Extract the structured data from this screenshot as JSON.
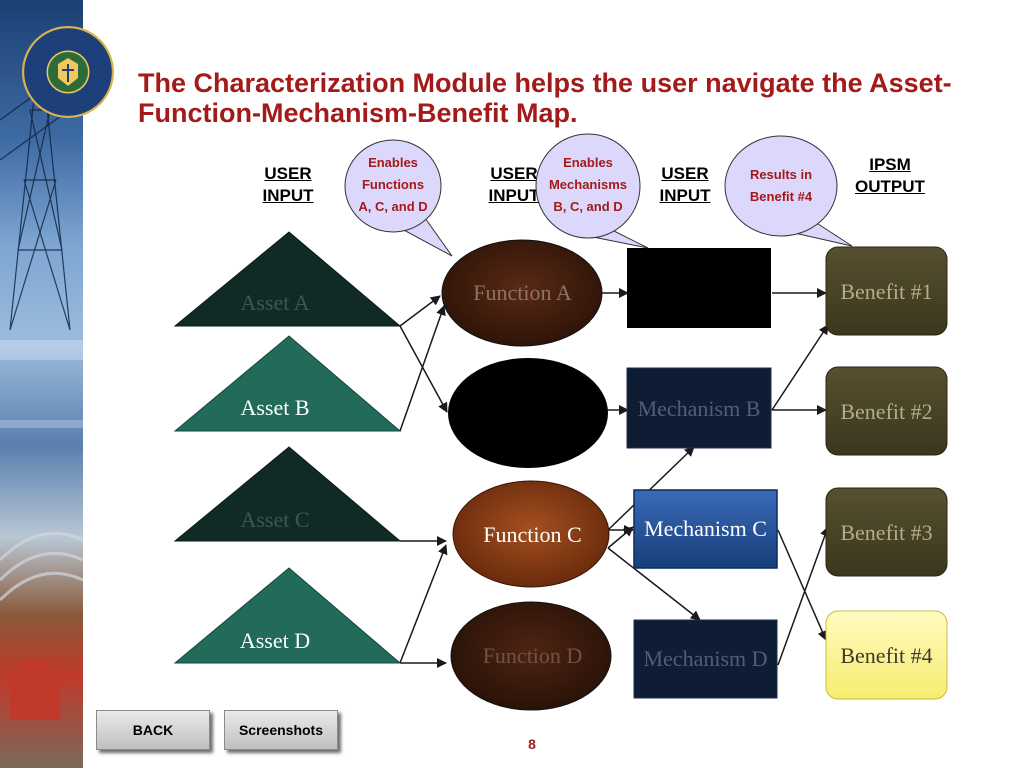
{
  "title": "The Characterization Module helps the user navigate the Asset-Function-Mechanism-Benefit Map.",
  "headers": {
    "user_input_1": [
      "USER",
      "INPUT"
    ],
    "user_input_2": [
      "USER",
      "INPUT"
    ],
    "user_input_3": [
      "USER",
      "INPUT"
    ],
    "ipsm_output": [
      "IPSM",
      "OUTPUT"
    ]
  },
  "bubbles": {
    "functions": [
      "Enables",
      "Functions",
      "A, C, and D"
    ],
    "mechanisms": [
      "Enables",
      "Mechanisms",
      "B, C, and D"
    ],
    "results": [
      "Results in",
      "Benefit #4"
    ]
  },
  "assets": [
    "Asset A",
    "Asset B",
    "Asset C",
    "Asset D"
  ],
  "functions": [
    "Function A",
    "",
    "Function C",
    "Function D"
  ],
  "mechanisms": [
    "",
    "Mechanism B",
    "Mechanism C",
    "Mechanism D"
  ],
  "benefits": [
    "Benefit #1",
    "Benefit #2",
    "Benefit #3",
    "Benefit #4"
  ],
  "buttons": {
    "back": "BACK",
    "screenshots": "Screenshots"
  },
  "page_number": "8",
  "colors": {
    "title": "#a31a1a",
    "asset_active": "#226a5a",
    "asset_dim": "#102b26",
    "function_active": "#7a3411",
    "function_dim": "#3a180b",
    "mechanism_active": "#1f4f95",
    "mechanism_dim": "#0e1d34",
    "benefit_dim": "#4a4426",
    "benefit_highlight": "#fdf59a",
    "bubble_fill": "#dcd8fb"
  },
  "icons": [
    "doe-seal-icon"
  ]
}
